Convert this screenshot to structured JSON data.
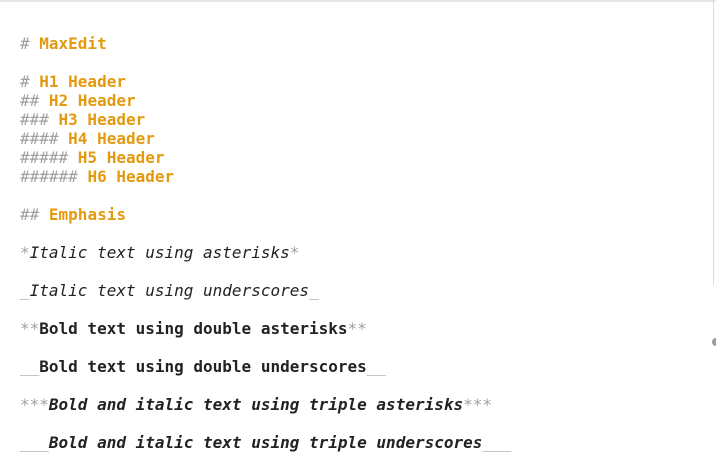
{
  "document": {
    "lines": [
      {
        "marker": "# ",
        "text": "MaxEdit",
        "style": "header"
      },
      {
        "marker": "# ",
        "text": "H1 Header",
        "style": "header"
      },
      {
        "marker": "## ",
        "text": "H2 Header",
        "style": "header"
      },
      {
        "marker": "### ",
        "text": "H3 Header",
        "style": "header"
      },
      {
        "marker": "#### ",
        "text": "H4 Header",
        "style": "header"
      },
      {
        "marker": "##### ",
        "text": "H5 Header",
        "style": "header"
      },
      {
        "marker": "###### ",
        "text": "H6 Header",
        "style": "header"
      },
      {
        "marker": "## ",
        "text": "Emphasis",
        "style": "header"
      },
      {
        "open": "*",
        "text": "Italic text using asterisks",
        "close": "*",
        "style": "italic"
      },
      {
        "open": "_",
        "text": "Italic text using underscores",
        "close": "_",
        "style": "italic"
      },
      {
        "open": "**",
        "text": "Bold text using double asterisks",
        "close": "**",
        "style": "bold"
      },
      {
        "open": "__",
        "text": "Bold text using double underscores",
        "close": "__",
        "style": "bold"
      },
      {
        "open": "***",
        "text": "Bold and italic text using triple asterisks",
        "close": "***",
        "style": "bold-italic"
      },
      {
        "open": "___",
        "text": "Bold and italic text using triple underscores",
        "close": "___",
        "style": "bold-italic"
      }
    ]
  },
  "colors": {
    "header": "#e39a10",
    "marker": "#a0a0a0",
    "text": "#222222",
    "background": "#ffffff"
  }
}
